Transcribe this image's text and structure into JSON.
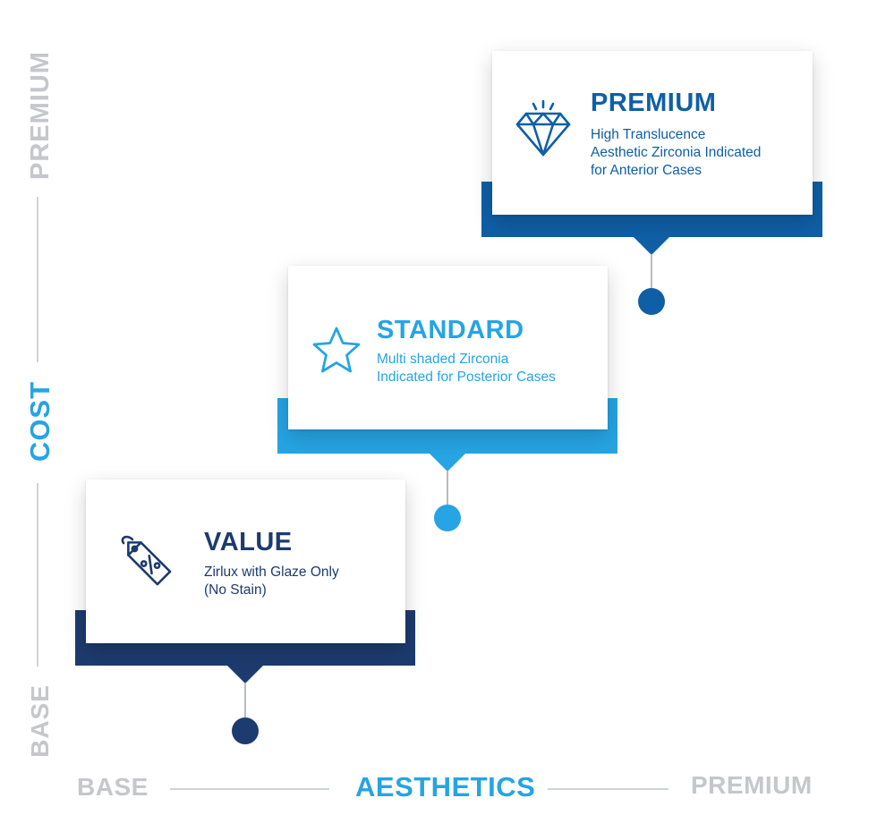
{
  "colors": {
    "premium": "#0f5fa6",
    "standard": "#26a4e3",
    "value": "#1d3b6e",
    "axis_gray": "#c4c7cb"
  },
  "y_axis": {
    "top_label": "PREMIUM",
    "middle_label": "COST",
    "bottom_label": "BASE"
  },
  "x_axis": {
    "left_label": "BASE",
    "middle_label": "AESTHETICS",
    "right_label": "PREMIUM"
  },
  "tiers": [
    {
      "title": "PREMIUM",
      "icon": "diamond-icon",
      "desc_lines": [
        "High Translucence",
        "Aesthetic Zirconia Indicated",
        "for Anterior Cases"
      ]
    },
    {
      "title": "STANDARD",
      "icon": "star-icon",
      "desc_lines": [
        "Multi shaded Zirconia",
        "Indicated for Posterior Cases"
      ]
    },
    {
      "title": "VALUE",
      "icon": "price-tag-icon",
      "desc_lines": [
        "Zirlux with Glaze Only",
        "(No Stain)"
      ]
    }
  ]
}
